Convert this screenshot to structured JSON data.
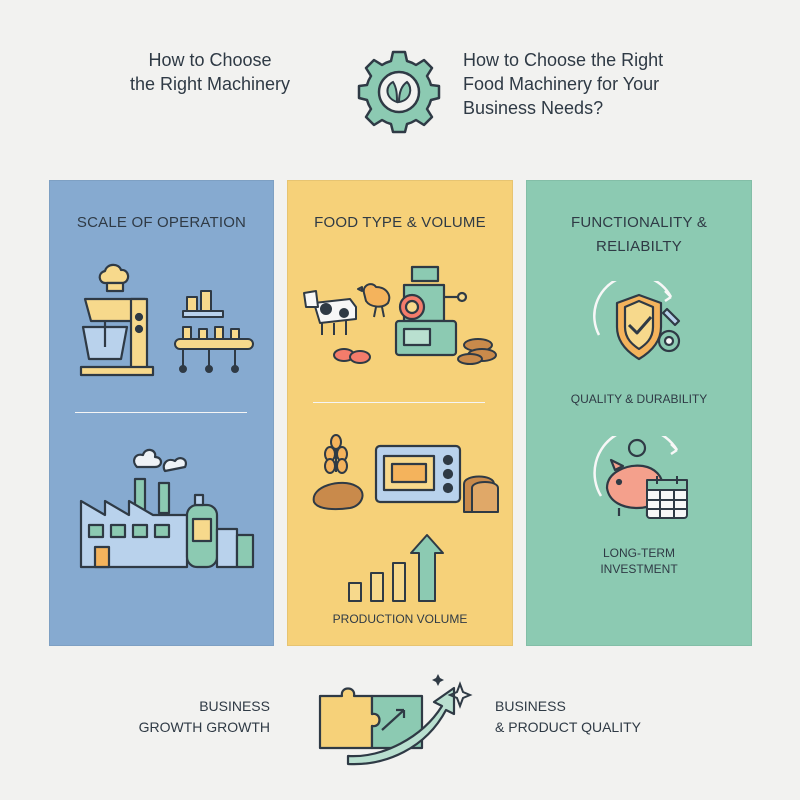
{
  "header": {
    "left_line1": "How to Choose",
    "left_line2": "the Right Machinery",
    "right_line1": "How to Choose the Right",
    "right_line2": "Food Machinery for Your",
    "right_line3": "Business Needs?",
    "icon": "gear-leaf-icon"
  },
  "columns": [
    {
      "title_line1": "SCALE OF OPERATION",
      "color": "#86aad0",
      "icons": [
        "stand-mixer-icon",
        "conveyor-line-icon",
        "factory-icon"
      ]
    },
    {
      "title_line1": "FOOD TYPE & VOLUME",
      "color": "#f6d179",
      "icons": [
        "cow-icon",
        "chicken-icon",
        "meat-grinder-icon",
        "oven-icon",
        "bread-icon",
        "growth-bars-icon"
      ],
      "production_label": "PRODUCTION VOLUME"
    },
    {
      "title_line1": "FUNCTIONALITY &",
      "title_line2": "RELIABILTY",
      "color": "#8ccab2",
      "quality_label": "QUALITY & DURABILITY",
      "investment_line1": "LONG-TERM",
      "investment_line2": "INVESTMENT",
      "icons": [
        "shield-check-icon",
        "piggy-bank-icon",
        "calendar-icon"
      ]
    }
  ],
  "footer": {
    "left_line1": "BUSINESS",
    "left_line2": "GROWTH GROWTH",
    "right_line1": "BUSINESS",
    "right_line2": "& PRODUCT QUALITY",
    "icon": "puzzle-arrow-icon"
  }
}
